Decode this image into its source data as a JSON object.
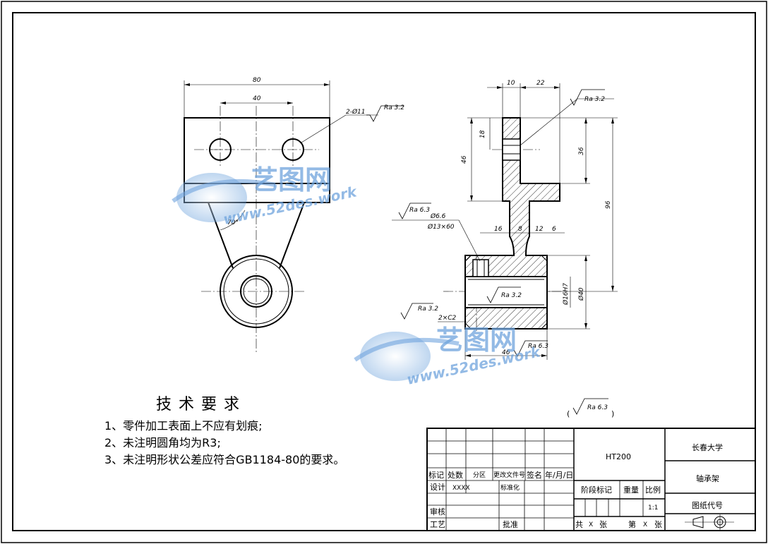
{
  "views": {
    "front": {
      "dims": {
        "width_overall": "80",
        "hole_spacing": "40",
        "holes": "2-Ø11",
        "holes_roughness": "Ra 3.2",
        "angle": "70°"
      }
    },
    "section": {
      "dims": {
        "top_10": "10",
        "top_22": "22",
        "h_18": "18",
        "h_46": "46",
        "h_36": "36",
        "h_96": "96",
        "w_16": "16",
        "w_8": "8",
        "w_12": "12",
        "w_6": "6",
        "w_46": "46",
        "bore_fit": "Ø16H7",
        "outer_dia": "Ø40",
        "chamfer": "2×C2",
        "bolt_dia": "Ø6.6",
        "bolt_cb": "Ø13×60",
        "ra_top": "Ra 3.2",
        "ra_left": "Ra 6.3",
        "ra_bore": "Ra 3.2",
        "ra_chamfer": "Ra 3.2",
        "ra_bottom": "Ra 6.3"
      }
    }
  },
  "general_roughness": {
    "open": "(",
    "value": "Ra 6.3",
    "close": ")"
  },
  "requirements": {
    "title": "技术要求",
    "items": [
      "1、零件加工表面上不应有划痕;",
      "2、未注明圆角均为R3;",
      "3、未注明形状公差应符合GB1184-80的要求。"
    ]
  },
  "title_block": {
    "material": "HT200",
    "company": "长春大学",
    "part_name": "轴承架",
    "drawing_no_label": "图纸代号",
    "labels": {
      "mark": "标记",
      "count": "处数",
      "zone": "分区",
      "change_doc": "更改文件号",
      "signature": "签名",
      "date": "年/月/日",
      "design": "设计",
      "designer": "XXXX",
      "standardize": "标准化",
      "stage": "阶段标记",
      "weight": "重量",
      "scale": "比例",
      "scale_value": "1:1",
      "review": "审核",
      "process": "工艺",
      "approve": "批准",
      "total": "共",
      "sheet_of": "第",
      "x1": "X",
      "x2": "X",
      "sheets1": "张",
      "sheets2": "张"
    }
  },
  "watermark": {
    "brand": "艺图网",
    "url": "www.52des.work"
  },
  "colors": {
    "line": "#000000",
    "watermark": "#6fa4dd"
  }
}
